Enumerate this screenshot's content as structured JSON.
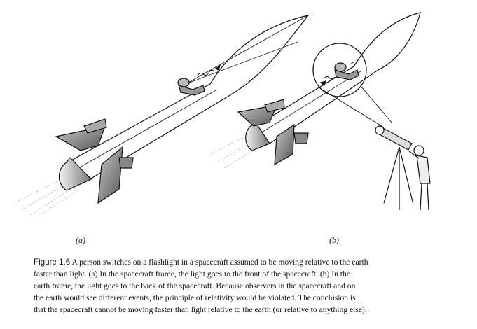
{
  "figure": {
    "panel_a_label": "(a)",
    "panel_b_label": "(b)"
  },
  "caption": {
    "figure_number": "Figure 1.6",
    "lines": [
      " A person switches on a flashlight in a spacecraft assumed to be moving relative to the earth",
      "faster than light. (a) In the spacecraft frame, the light goes to the front of the spacecraft. (b) In the",
      "earth frame, the light goes to the back of the spacecraft. Because observers in the spacecraft and on",
      "the earth would see different events, the principle of relativity would be violated. The conclusion is",
      "that the spacecraft cannot be moving faster than light relative to the earth (or relative to anything else)."
    ]
  }
}
